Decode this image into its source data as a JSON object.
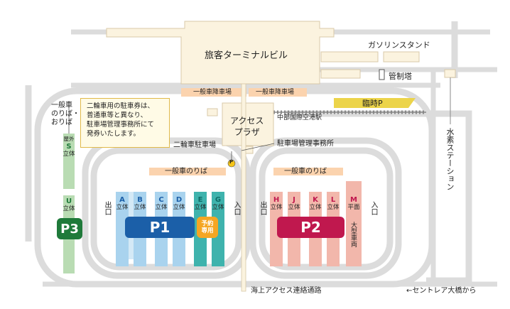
{
  "terminal": "旅客ターミナルビル",
  "gas_station": "ガソリンスタンド",
  "control_tower": "管制塔",
  "hydrogen_station": "水素ステーション",
  "drop_left": "一般車降車場",
  "drop_right": "一般車降車場",
  "temporary_parking": "臨時P",
  "station": "中部国際空港駅",
  "access_plaza": "アクセス\nプラザ",
  "motorcycle_parking": "二輪車駐車場",
  "parking_office": "駐車場管理事務所",
  "general_pickup_left": "一般車\nのりば・\nおりば",
  "note": "二輪車用の駐車券は、\n普通車等と異なり、\n駐車場管理事務所にて\n発券いたします。",
  "pickup_p1": "一般車のりば",
  "pickup_p2": "一般車のりば",
  "exit_label": "出口",
  "entrance_label": "入口",
  "access_road": "海上アクセス連絡通路",
  "bridge": "←セントレア大橋から",
  "p_symbol": "P",
  "reserve": "予約\n専用",
  "left_lots": {
    "s_top": "屋外",
    "s_letter": "S",
    "s_type": "立体",
    "u_letter": "U",
    "u_type": "立体"
  },
  "p1_lots": [
    {
      "letter": "A",
      "type": "立体"
    },
    {
      "letter": "B",
      "type": "立体"
    },
    {
      "letter": "C",
      "type": "立体"
    },
    {
      "letter": "D",
      "type": "立体"
    },
    {
      "letter": "E",
      "type": "立体"
    },
    {
      "letter": "G",
      "type": "立体"
    }
  ],
  "p2_lots": [
    {
      "letter": "H",
      "type": "立体"
    },
    {
      "letter": "J",
      "type": "立体"
    },
    {
      "letter": "K",
      "type": "立体"
    },
    {
      "letter": "L",
      "type": "立体"
    },
    {
      "letter": "M",
      "type": "平面"
    }
  ],
  "large_vehicles": "大型車両",
  "badges": {
    "p1": "P1",
    "p2": "P2",
    "p3": "P3"
  },
  "colors": {
    "p1": "#1b5fa8",
    "p2": "#c0184e",
    "p3": "#1f7a3a",
    "p1_lots": "#a9d3ee",
    "p1_teal": "#3fb3ad",
    "p2_lots": "#f2b7ab",
    "left_lots": "#b9dcb3",
    "road": "#dcdcdc",
    "terminal": "#fbf3df",
    "pickup": "#fbd3ae",
    "temporary_parking": "#ecd44a"
  }
}
